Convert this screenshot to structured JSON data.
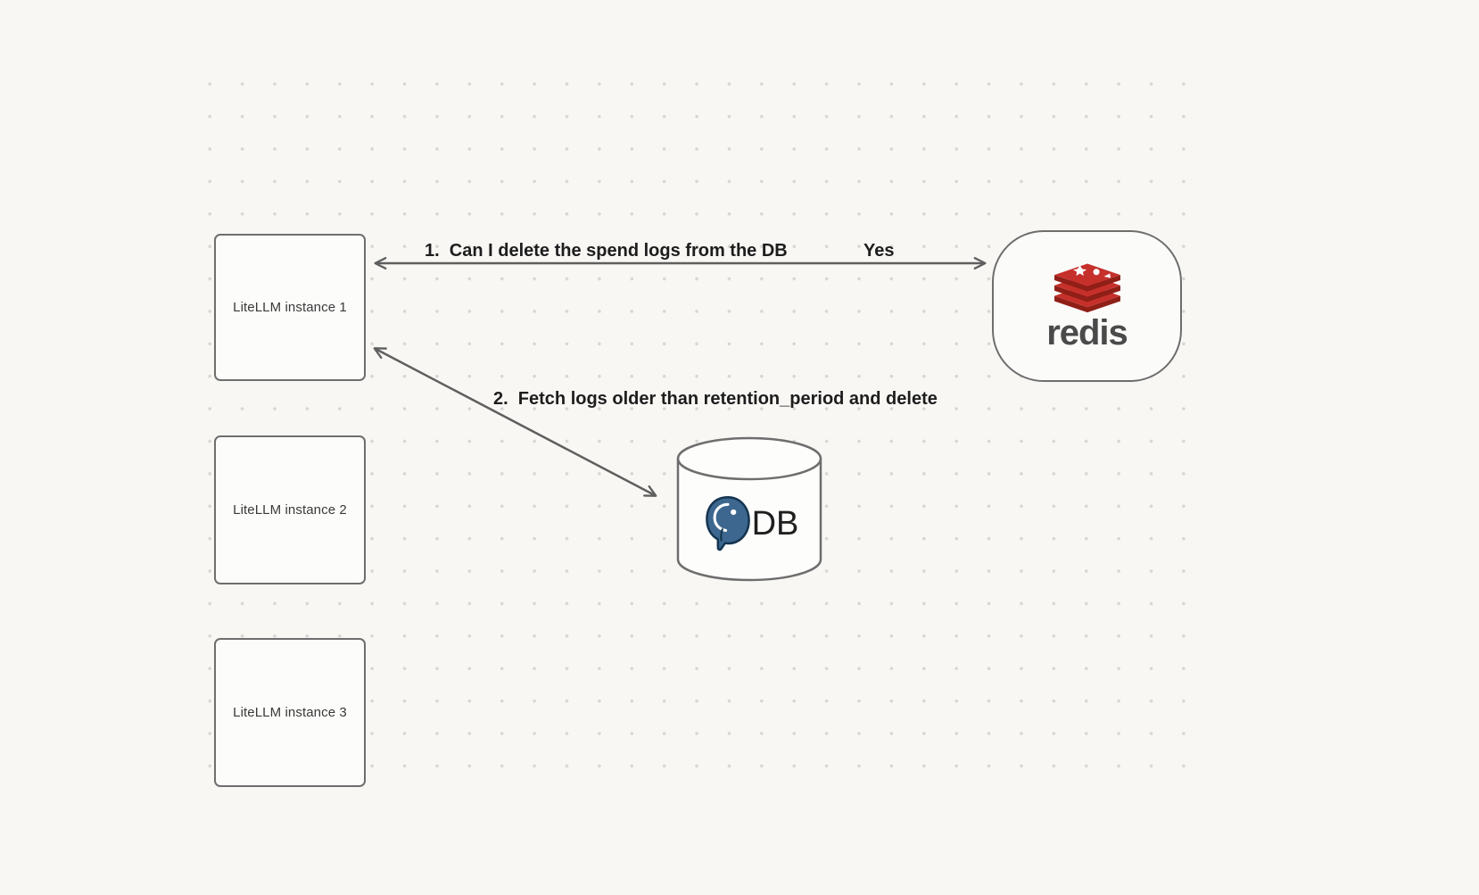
{
  "canvas": {
    "background_color": "#f8f7f4",
    "dot_color": "#d8d6d2",
    "shape_border_color": "#6e6e6e",
    "arrow_color": "#5f5f5f"
  },
  "nodes": {
    "instance1": {
      "label": "LiteLLM instance 1"
    },
    "instance2": {
      "label": "LiteLLM instance 2"
    },
    "instance3": {
      "label": "LiteLLM instance 3"
    },
    "redis": {
      "label": "redis",
      "brand_color": "#c6302b"
    },
    "db": {
      "label": "DB",
      "brand_color": "#336791"
    }
  },
  "edges": {
    "edge1": {
      "label": "1.  Can I delete the spend logs from the DB",
      "reply": "Yes",
      "from": "LiteLLM instance 1",
      "to": "redis"
    },
    "edge2": {
      "label": "2.  Fetch logs older than retention_period and delete",
      "from": "LiteLLM instance 1",
      "to": "DB"
    }
  }
}
